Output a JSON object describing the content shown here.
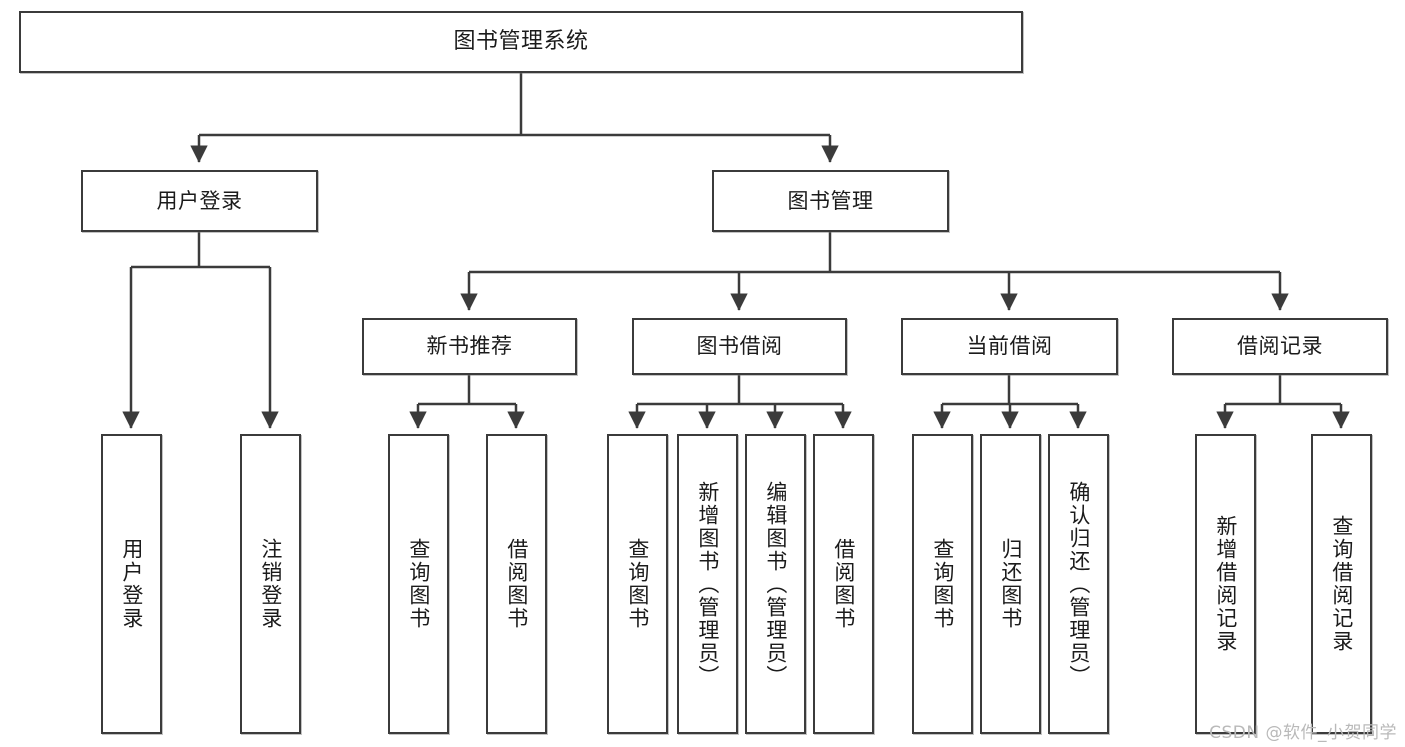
{
  "diagram": {
    "title": "图书管理系统",
    "watermark": "CSDN @软件_小贺同学",
    "edge_color": "#3b3b3b",
    "box_border_color": "#3b3b3b",
    "box_fill_color": "#ffffff",
    "text_color": "#1b1b1b",
    "watermark_color": "#b9b9b9"
  },
  "nodes": {
    "root": {
      "label": "图书管理系统"
    },
    "level1": [
      {
        "label": "用户登录"
      },
      {
        "label": "图书管理"
      }
    ],
    "level2": [
      {
        "label": "新书推荐"
      },
      {
        "label": "图书借阅"
      },
      {
        "label": "当前借阅"
      },
      {
        "label": "借阅记录"
      }
    ],
    "leaves": {
      "user_login": [
        {
          "label": "用户登录"
        },
        {
          "label": "注销登录"
        }
      ],
      "new_book_recommend": [
        {
          "label": "查询图书"
        },
        {
          "label": "借阅图书"
        }
      ],
      "book_borrow": [
        {
          "label": "查询图书"
        },
        {
          "label": "新增图书（管理员）"
        },
        {
          "label": "编辑图书（管理员）"
        },
        {
          "label": "借阅图书"
        }
      ],
      "current_borrow": [
        {
          "label": "查询图书"
        },
        {
          "label": "归还图书"
        },
        {
          "label": "确认归还（管理员）"
        }
      ],
      "borrow_record": [
        {
          "label": "新增借阅记录"
        },
        {
          "label": "查询借阅记录"
        }
      ]
    }
  },
  "chart_data": {
    "type": "tree-diagram",
    "title": "图书管理系统",
    "root": "图书管理系统",
    "hierarchy": [
      {
        "name": "用户登录",
        "children": [
          "用户登录",
          "注销登录"
        ]
      },
      {
        "name": "图书管理",
        "children": [
          {
            "name": "新书推荐",
            "children": [
              "查询图书",
              "借阅图书"
            ]
          },
          {
            "name": "图书借阅",
            "children": [
              "查询图书",
              "新增图书（管理员）",
              "编辑图书（管理员）",
              "借阅图书"
            ]
          },
          {
            "name": "当前借阅",
            "children": [
              "查询图书",
              "归还图书",
              "确认归还（管理员）"
            ]
          },
          {
            "name": "借阅记录",
            "children": [
              "新增借阅记录",
              "查询借阅记录"
            ]
          }
        ]
      }
    ]
  }
}
